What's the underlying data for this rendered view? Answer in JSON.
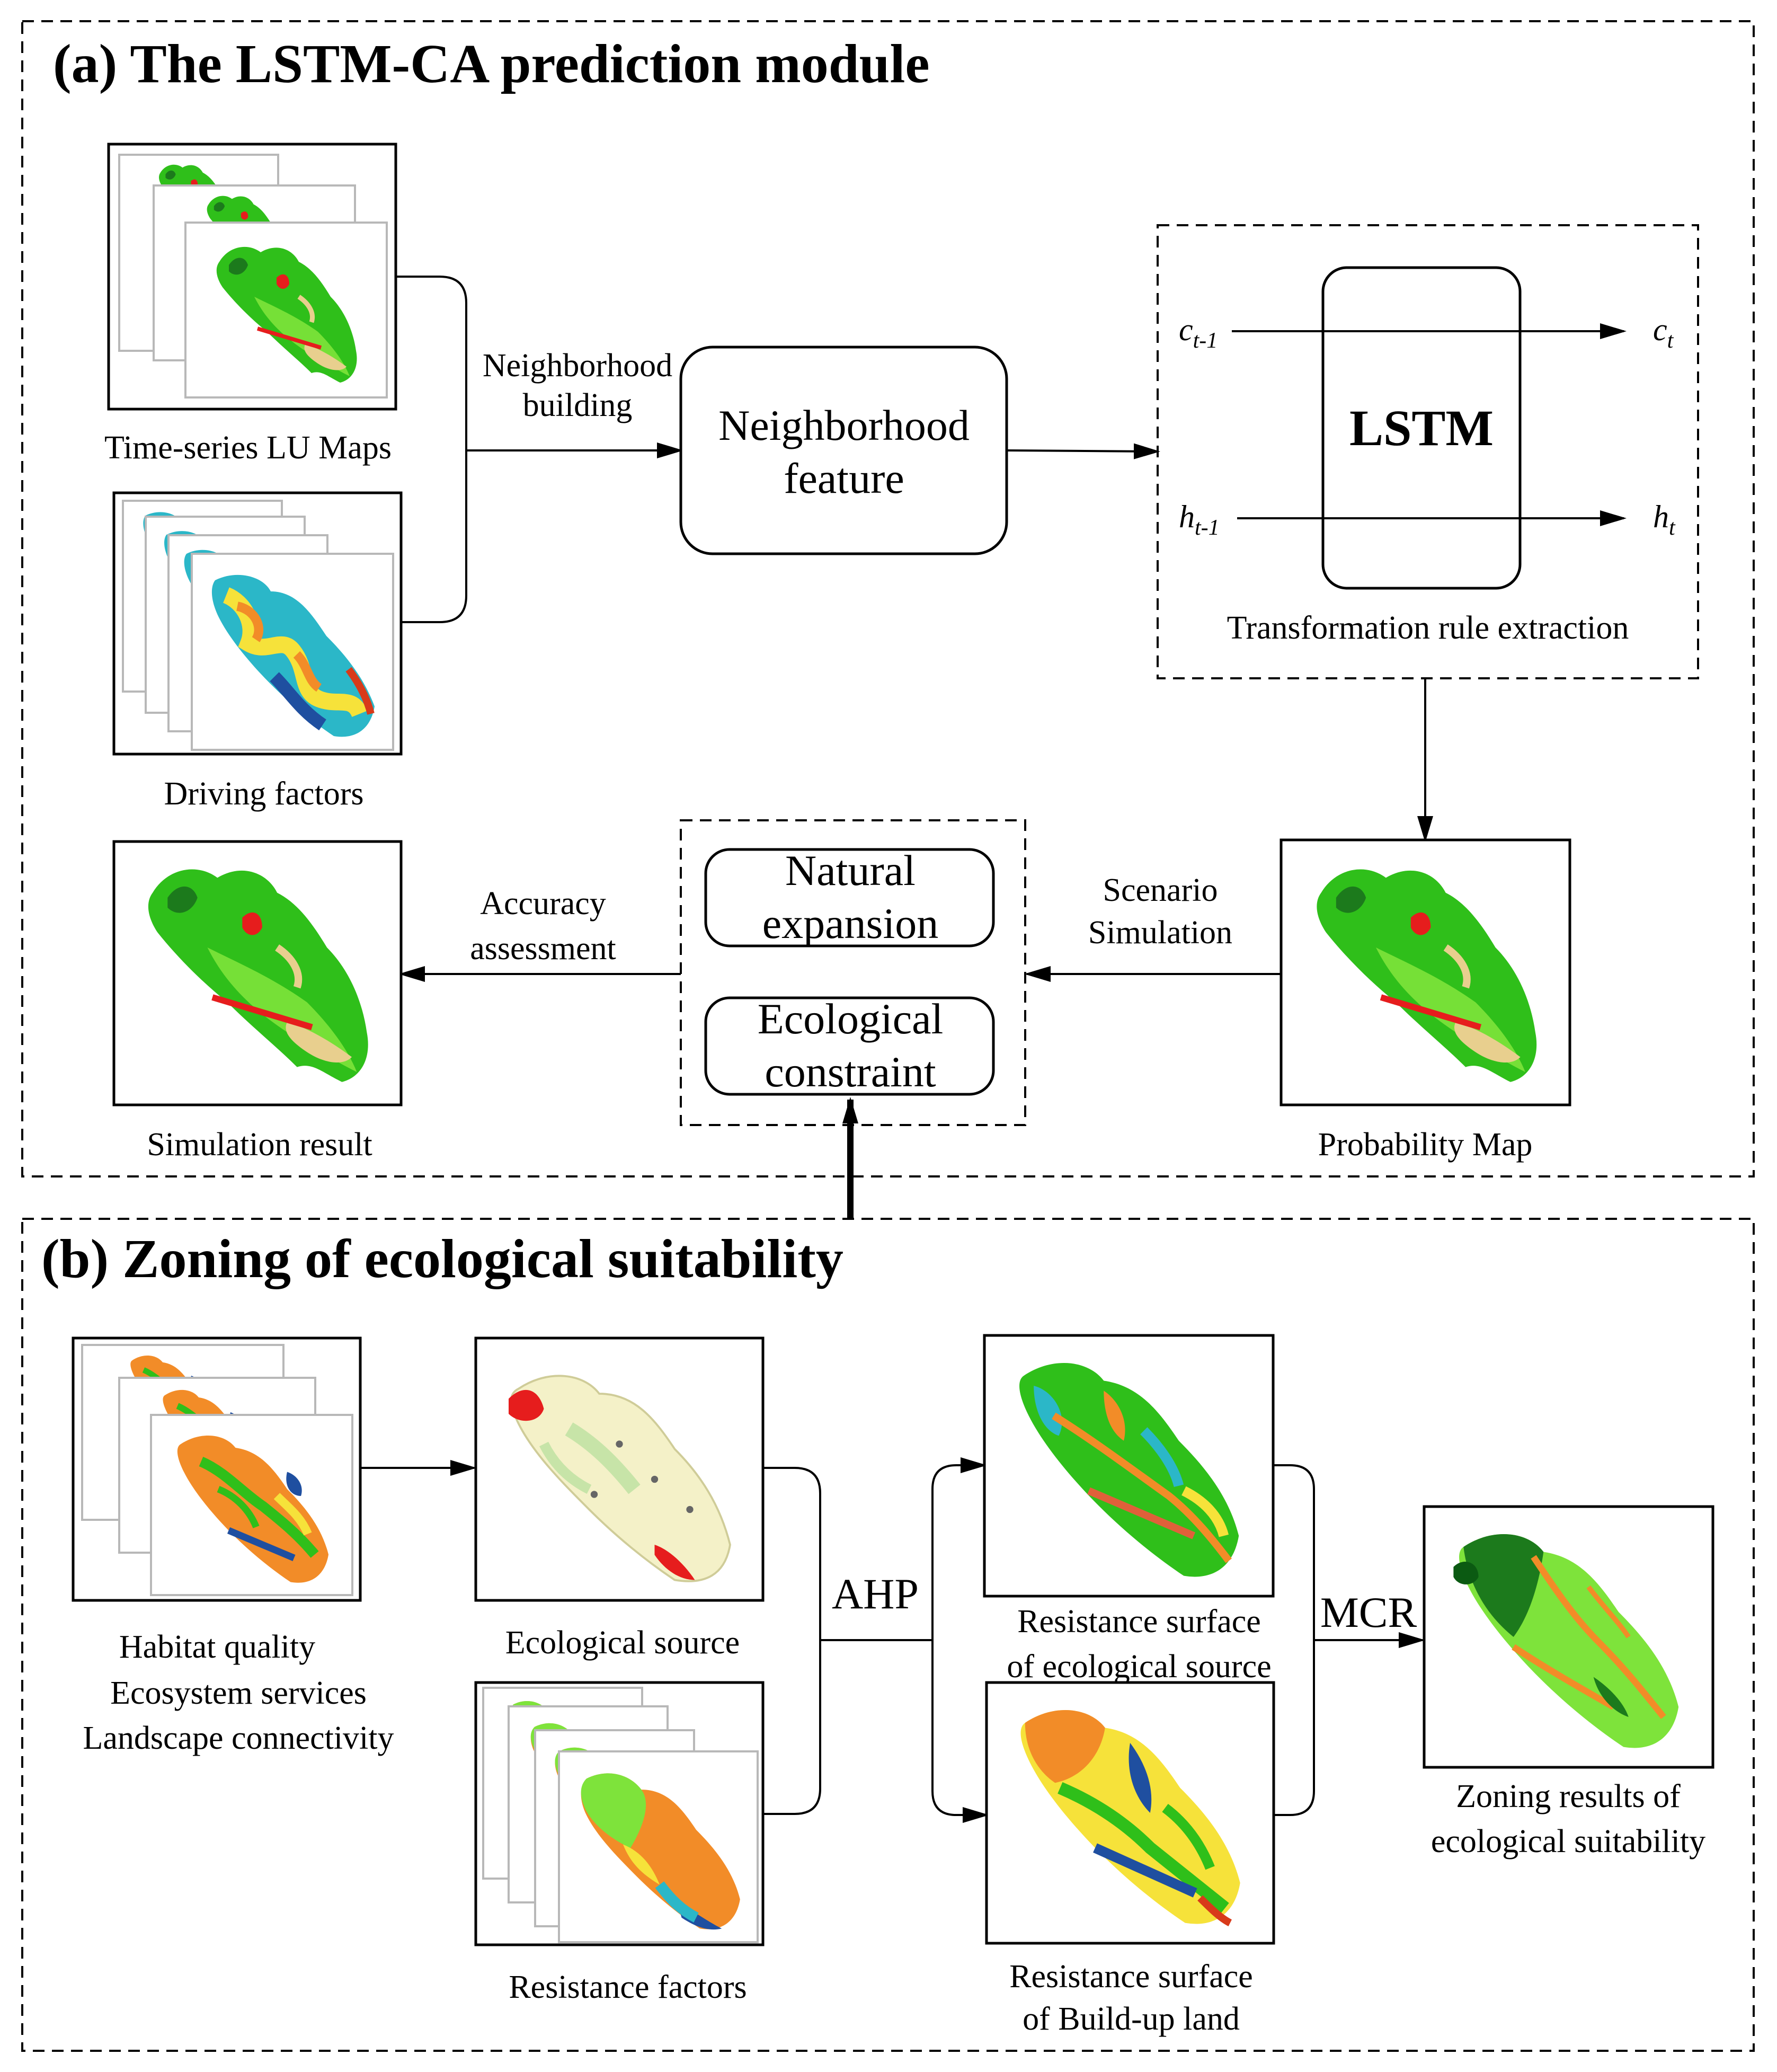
{
  "colors": {
    "forest": "#2fbf1a",
    "grass": "#7ee33b",
    "dark_forest": "#1c7a1c",
    "farmland": "#e8cf8e",
    "built": "#e61d1d",
    "water": "#1f4fa0",
    "yellow": "#f6e23a",
    "orange": "#f28c28",
    "cream": "#f4f1c8",
    "cyan": "#2bb7c8"
  },
  "panel_a": {
    "title": "(a) The LSTM-CA prediction module",
    "lu_maps_label": "Time-series LU Maps",
    "driving_label": "Driving factors",
    "neighborhood_building": [
      "Neighborhood",
      "building"
    ],
    "neighborhood_feature": [
      "Neighborhood",
      "feature"
    ],
    "lstm_label": "LSTM",
    "c_in": "c",
    "c_in_sub": "t-1",
    "c_out": "c",
    "c_out_sub": "t",
    "h_in": "h",
    "h_in_sub": "t-1",
    "h_out": "h",
    "h_out_sub": "t",
    "rule_extraction": "Transformation rule extraction",
    "probability_label": "Probability Map",
    "scenario_simulation": [
      "Scenario",
      "Simulation"
    ],
    "natural_expansion": [
      "Natural",
      "expansion"
    ],
    "ecological_constraint": [
      "Ecological",
      "constraint"
    ],
    "accuracy_assessment": [
      "Accuracy",
      "assessment"
    ],
    "simulation_label": "Simulation result"
  },
  "panel_b": {
    "title": "(b) Zoning of ecological suitability",
    "habitat_labels": [
      "Habitat quality",
      "Ecosystem services",
      "Landscape connectivity"
    ],
    "ecological_source_label": "Ecological source",
    "resistance_factors_label": "Resistance factors",
    "ahp": "AHP",
    "res_source_label": [
      "Resistance surface",
      "of ecological source"
    ],
    "res_build_label": [
      "Resistance surface",
      "of Build-up land"
    ],
    "mcr": "MCR",
    "zoning_label": [
      "Zoning results of",
      "ecological suitability"
    ]
  }
}
